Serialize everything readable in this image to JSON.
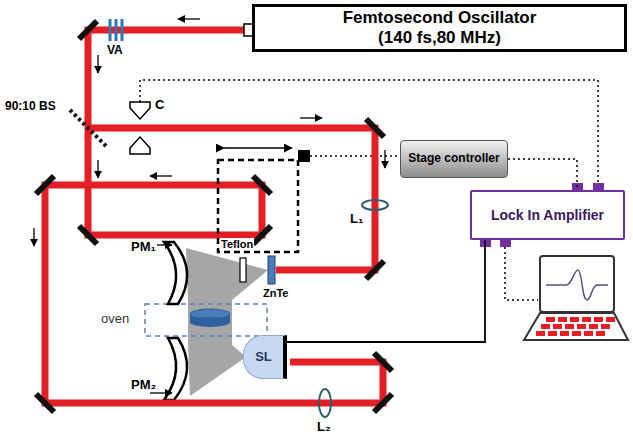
{
  "diagram": {
    "nodes": [
      {
        "text": [
          "Femtosecond Oscillator",
          "(140 fs,80 MHz)"
        ]
      },
      {
        "text": [
          "Stage controller"
        ]
      },
      {
        "text": [
          "Lock In Amplifier"
        ]
      },
      {
        "text": [
          "SL"
        ]
      }
    ],
    "edges": [
      {
        "from": 1,
        "to": 2,
        "arrow": "none"
      },
      {
        "from": 3,
        "to": 2,
        "arrow": "none"
      }
    ],
    "labels": [
      "VA",
      "90:10 BS",
      "C",
      "L₁",
      "Teflon",
      "ZnTe",
      "PM₁",
      "oven",
      "PM₂",
      "L₂"
    ]
  }
}
